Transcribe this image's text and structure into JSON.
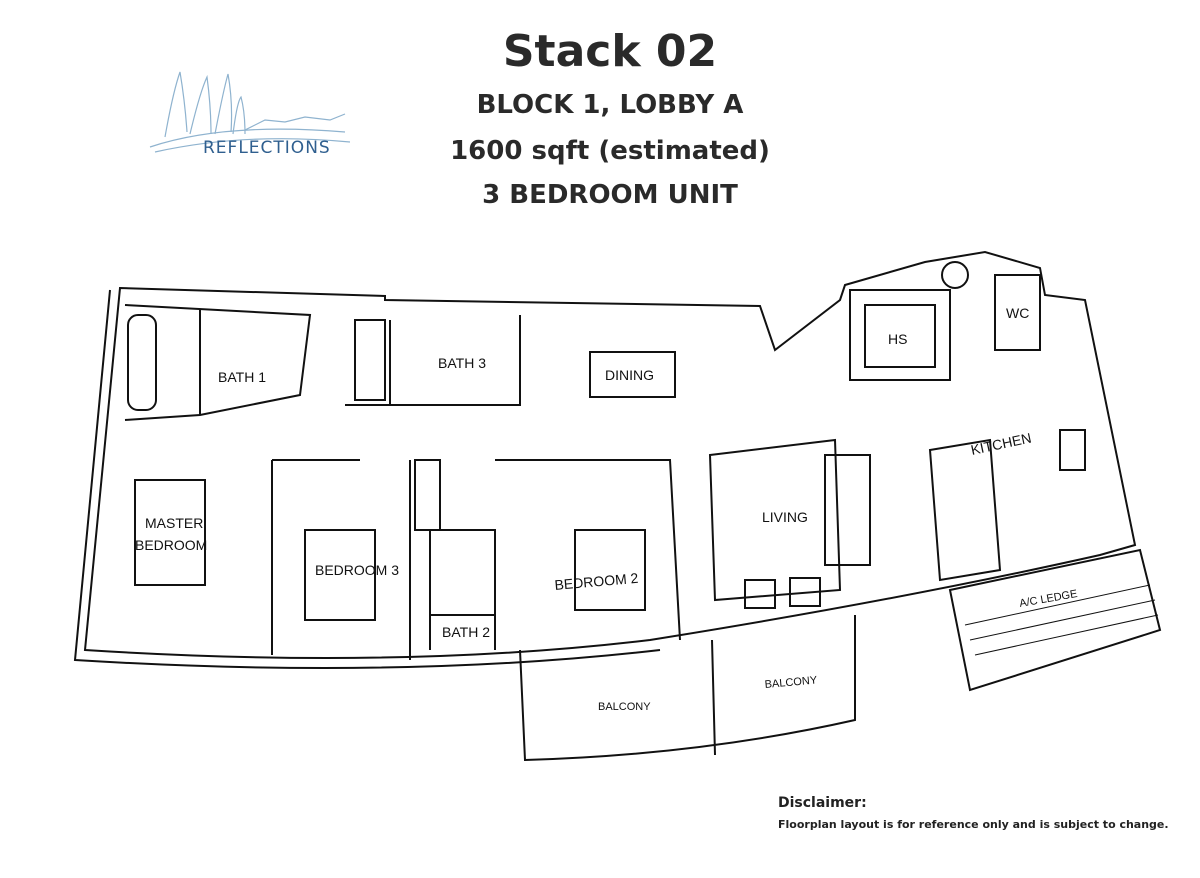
{
  "header": {
    "stack": "Stack 02",
    "block": "BLOCK 1, LOBBY A",
    "area": "1600 sqft (estimated)",
    "unit_type": "3 BEDROOM UNIT"
  },
  "logo": {
    "name": "REFLECTIONS",
    "color": "#2f5f8f"
  },
  "rooms": {
    "bath1": "BATH 1",
    "bath3": "BATH 3",
    "dining": "DINING",
    "hs": "HS",
    "wc": "WC",
    "kitchen": "KITCHEN",
    "master": "MASTER",
    "master2": "BEDROOM",
    "bedroom3": "BEDROOM 3",
    "bath2": "BATH 2",
    "bedroom2": "BEDROOM 2",
    "living": "LIVING",
    "ac_ledge": "A/C LEDGE",
    "balcony1": "BALCONY",
    "balcony2": "BALCONY"
  },
  "disclaimer": {
    "heading": "Disclaimer:",
    "body": "Floorplan layout is for reference only and is subject to change."
  }
}
